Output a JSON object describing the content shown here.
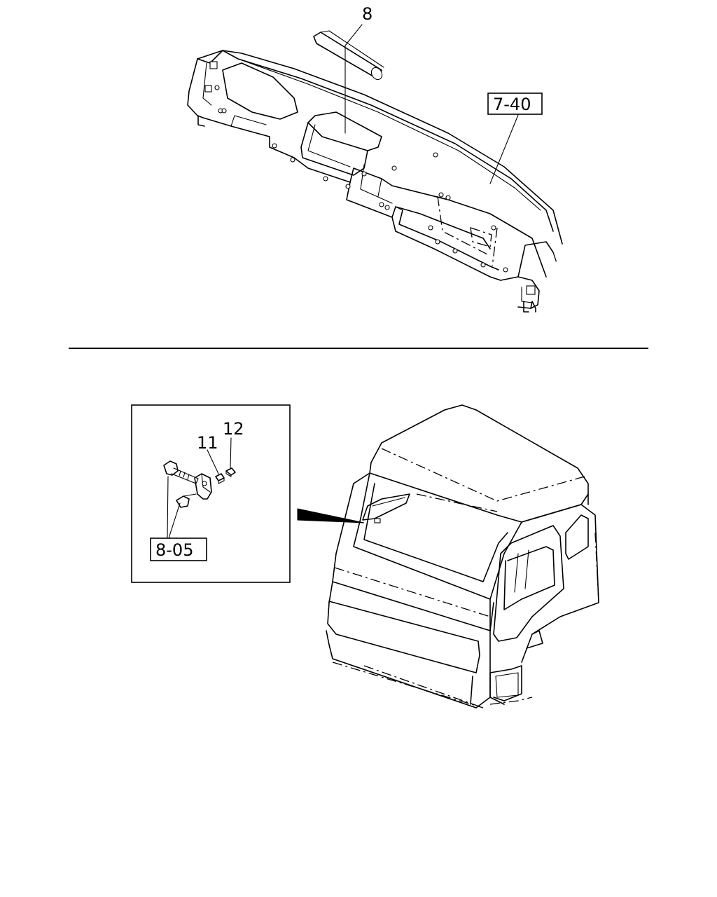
{
  "callouts": {
    "part_8": "8",
    "ref_7_40": "7-40",
    "part_11": "11",
    "part_12": "12",
    "ref_8_05": "8-05"
  },
  "icons": [
    "dashboard-frame-drawing",
    "duct-part-drawing",
    "truck-cab-drawing",
    "bracket-assembly-drawing",
    "pointer-arrow"
  ]
}
